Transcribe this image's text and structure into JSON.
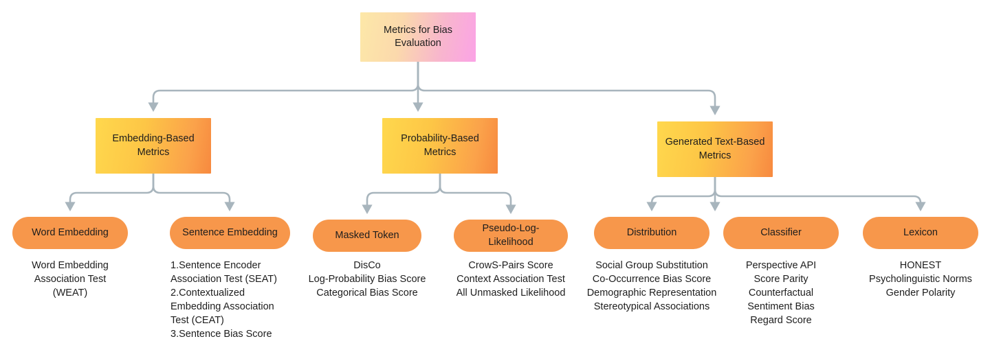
{
  "diagram": {
    "title": "Metrics for Bias Evaluation",
    "edge_color": "#a8b5bd",
    "root": {
      "id": "root",
      "label": "Metrics for Bias\nEvaluation",
      "gradient_from": "#fde8a8",
      "gradient_to": "#fba3e6"
    },
    "categories": [
      {
        "id": "embedding-based-metrics",
        "label": "Embedding-Based\nMetrics",
        "gradient_from": "#ffd84d",
        "gradient_to": "#f7893f"
      },
      {
        "id": "probability-based-metrics",
        "label": "Probability-Based\nMetrics",
        "gradient_from": "#ffd84d",
        "gradient_to": "#f7893f"
      },
      {
        "id": "generated-text-based-metrics",
        "label": "Generated Text-Based\nMetrics",
        "gradient_from": "#ffd84d",
        "gradient_to": "#f7893f"
      }
    ],
    "leaves": [
      {
        "id": "word-embedding",
        "label": "Word Embedding",
        "color": "#f7974b",
        "align": "center",
        "description": "Word Embedding\nAssociation Test\n(WEAT)"
      },
      {
        "id": "sentence-embedding",
        "label": "Sentence Embedding",
        "color": "#f7974b",
        "align": "left",
        "description": "1.Sentence Encoder\nAssociation Test (SEAT)\n2.Contextualized\nEmbedding Association\nTest (CEAT)\n3.Sentence Bias Score"
      },
      {
        "id": "masked-token",
        "label": "Masked Token",
        "color": "#f7974b",
        "align": "center",
        "description": "DisCo\nLog-Probability Bias Score\nCategorical Bias Score"
      },
      {
        "id": "pseudo-log-likelihood",
        "label": "Pseudo-Log-Likelihood",
        "color": "#f7974b",
        "align": "center",
        "description": "CrowS-Pairs Score\nContext Association Test\nAll Unmasked Likelihood"
      },
      {
        "id": "distribution",
        "label": "Distribution",
        "color": "#f7974b",
        "align": "center",
        "description": "Social Group Substitution\nCo-Occurrence Bias Score\nDemographic Representation\nStereotypical Associations"
      },
      {
        "id": "classifier",
        "label": "Classifier",
        "color": "#f7974b",
        "align": "center",
        "description": "Perspective API\nScore Parity\nCounterfactual\nSentiment Bias\nRegard Score"
      },
      {
        "id": "lexicon",
        "label": "Lexicon",
        "color": "#f7974b",
        "align": "center",
        "description": "HONEST\nPsycholinguistic Norms\nGender Polarity"
      }
    ]
  }
}
